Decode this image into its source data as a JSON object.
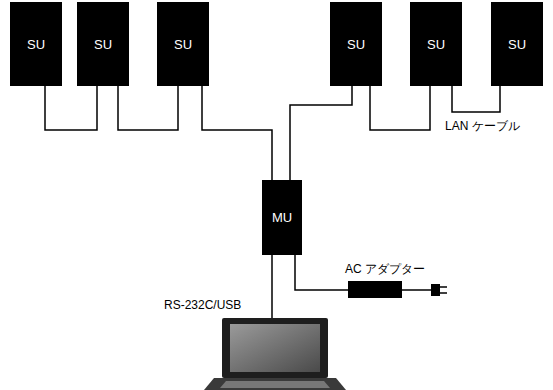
{
  "diagram": {
    "nodes": [
      {
        "text": [
          "SU"
        ]
      },
      {
        "text": [
          "SU"
        ]
      },
      {
        "text": [
          "SU"
        ]
      },
      {
        "text": [
          "SU"
        ]
      },
      {
        "text": [
          "SU"
        ]
      },
      {
        "text": [
          "SU"
        ]
      },
      {
        "text": [
          "MU"
        ]
      }
    ],
    "edges": [
      {
        "from": 0,
        "to": 1,
        "arrow": "none"
      },
      {
        "from": 1,
        "to": 2,
        "arrow": "none"
      },
      {
        "from": 2,
        "to": 6,
        "arrow": "none"
      },
      {
        "from": 6,
        "to": 3,
        "arrow": "none"
      },
      {
        "from": 3,
        "to": 4,
        "arrow": "none"
      },
      {
        "from": 4,
        "to": 5,
        "arrow": "none"
      }
    ],
    "labels": [
      "LAN ケーブル",
      "AC アダプター",
      "RS-232C/USB"
    ]
  }
}
